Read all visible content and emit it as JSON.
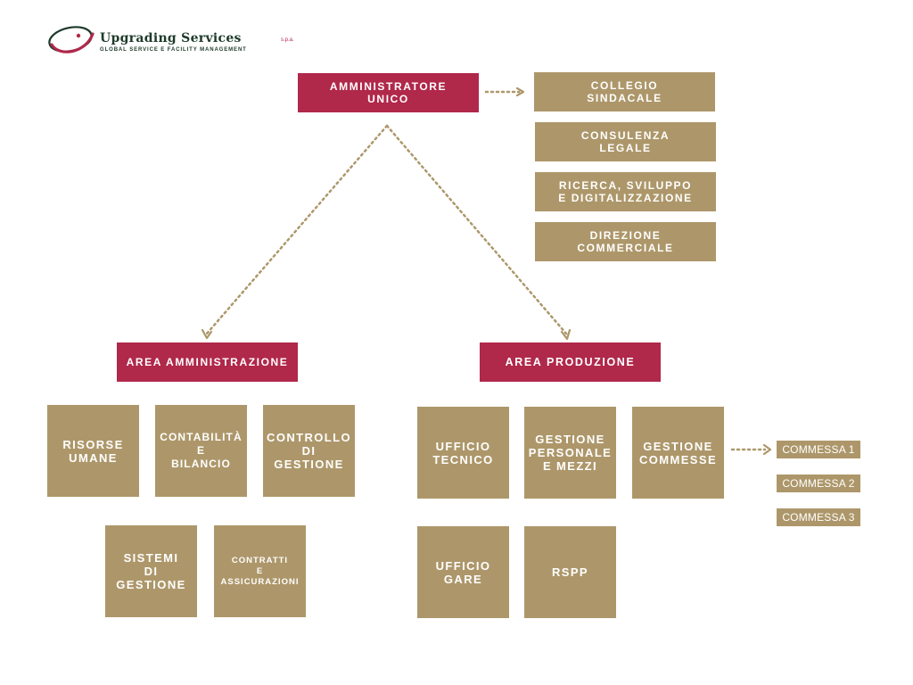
{
  "logo": {
    "name": "Upgrading Services",
    "suffix": "s.p.a.",
    "tagline": "GLOBAL SERVICE E FACILITY MANAGEMENT"
  },
  "colors": {
    "red": "#b0284a",
    "gold": "#ad976a",
    "dark_green": "#1e3a2a"
  },
  "top": {
    "admin": "AMMINISTRATORE\nUNICO",
    "staff": [
      "COLLEGIO\nSINDACALE",
      "CONSULENZA\nLEGALE",
      "RICERCA, SVILUPPO\nE DIGITALIZZAZIONE",
      "DIREZIONE\nCOMMERCIALE"
    ]
  },
  "areas": {
    "amministrazione": {
      "title": "AREA AMMINISTRAZIONE",
      "units": [
        "RISORSE\nUMANE",
        "CONTABILITÀ\nE\nBILANCIO",
        "CONTROLLO\nDI\nGESTIONE",
        "SISTEMI\nDI\nGESTIONE",
        "CONTRATTI\nE\nASSICURAZIONI"
      ]
    },
    "produzione": {
      "title": "AREA PRODUZIONE",
      "units": [
        "UFFICIO\nTECNICO",
        "GESTIONE\nPERSONALE\nE MEZZI",
        "GESTIONE\nCOMMESSE",
        "UFFICIO\nGARE",
        "RSPP"
      ]
    }
  },
  "commesse": [
    "COMMESSA 1",
    "COMMESSA 2",
    "COMMESSA 3"
  ]
}
